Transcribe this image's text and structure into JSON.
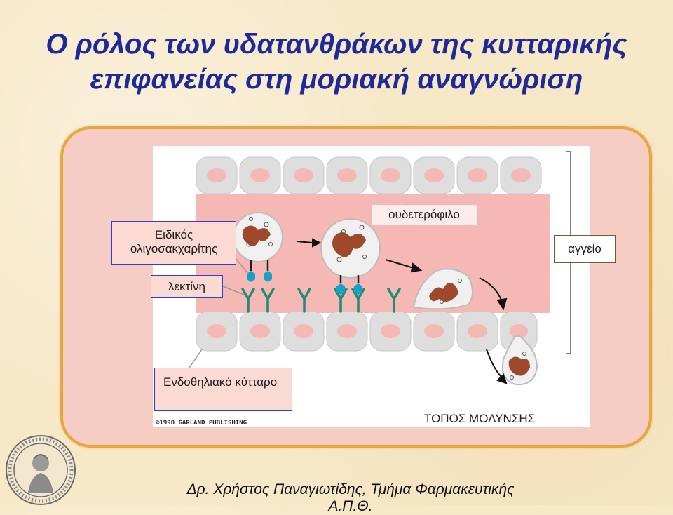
{
  "slide": {
    "title_line1": "Ο ρόλος των υδατανθράκων της κυτταρικής",
    "title_line2": "επιφανείας στη μοριακή αναγνώριση",
    "footer": "Δρ. Χρήστος Παναγιωτίδης, Τμήμα Φαρμακευτικής Α.Π.Θ."
  },
  "figure": {
    "labels": {
      "oligosaccharide": "Ειδικός ολιγοσακχαρίτης",
      "lectin": "λεκτίνη",
      "endothelial": "Ενδοθηλιακό κύτταρο",
      "vessel": "αγγείο",
      "neutrophil": "ουδετερόφιλο",
      "infection_site": "ΤΟΠΟΣ ΜΟΛΥΝΣΗΣ"
    },
    "copyright": "©1998 GARLAND PUBLISHING"
  },
  "colors": {
    "title": "#1f2a9a",
    "panel_bg": "#f5cdc5",
    "panel_border": "#e8a63c",
    "vessel_lumen": "#f5b8b4",
    "endothelial_cell": "#dedede",
    "nucleus": "#f4b9b4",
    "lectin": "#1c8c74",
    "oligosaccharide": "#1aa0c8",
    "neutrophil_nucleus": "#9e4a2a"
  },
  "icons": [
    "university-seal-icon",
    "arrow-icon"
  ]
}
